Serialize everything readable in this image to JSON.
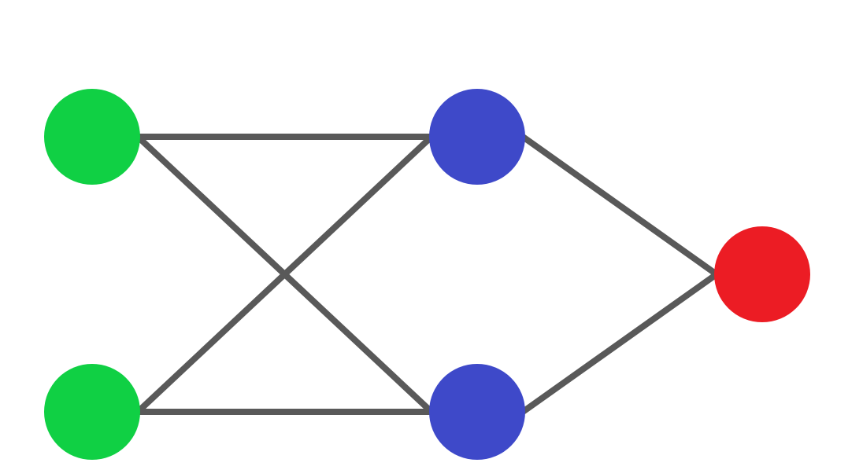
{
  "diagram": {
    "type": "neural-network",
    "layers": [
      {
        "name": "input",
        "color": "#10d044",
        "nodes": [
          "input-1",
          "input-2"
        ]
      },
      {
        "name": "hidden",
        "color": "#3e49c9",
        "nodes": [
          "hidden-1",
          "hidden-2"
        ]
      },
      {
        "name": "output",
        "color": "#ec1c24",
        "nodes": [
          "output-1"
        ]
      }
    ],
    "edges": [
      [
        "input-1",
        "hidden-1"
      ],
      [
        "input-1",
        "hidden-2"
      ],
      [
        "input-2",
        "hidden-1"
      ],
      [
        "input-2",
        "hidden-2"
      ],
      [
        "hidden-1",
        "output-1"
      ],
      [
        "hidden-2",
        "output-1"
      ]
    ],
    "edge_color": "#595959"
  }
}
